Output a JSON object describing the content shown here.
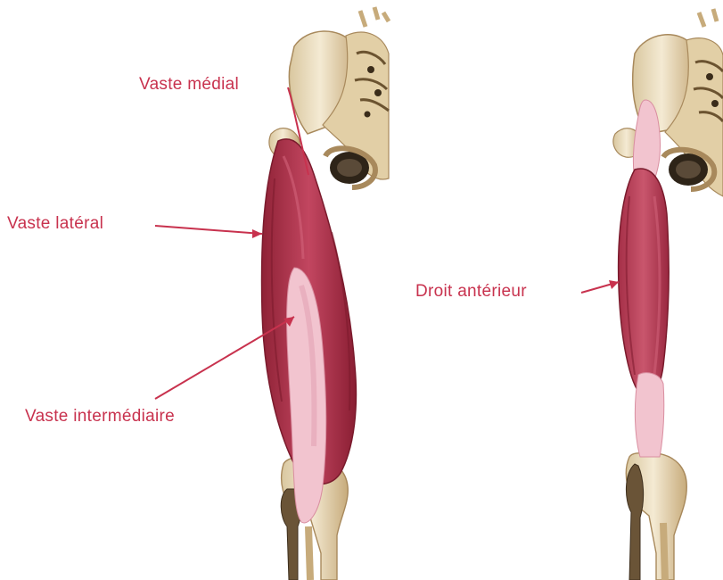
{
  "labels": {
    "vaste_medial": "Vaste médial",
    "vaste_lateral": "Vaste latéral",
    "vaste_intermediaire": "Vaste intermédiaire",
    "droit_anterieur": "Droit antérieur"
  },
  "colors": {
    "label_text": "#c8324e",
    "muscle": "#b9374e",
    "muscle_dark": "#8c1f34",
    "tendon": "#f2c4cf",
    "bone": "#efe2c6",
    "bone_shadow": "#a8895c",
    "bone_dark": "#2e2418",
    "background": "#ffffff"
  }
}
